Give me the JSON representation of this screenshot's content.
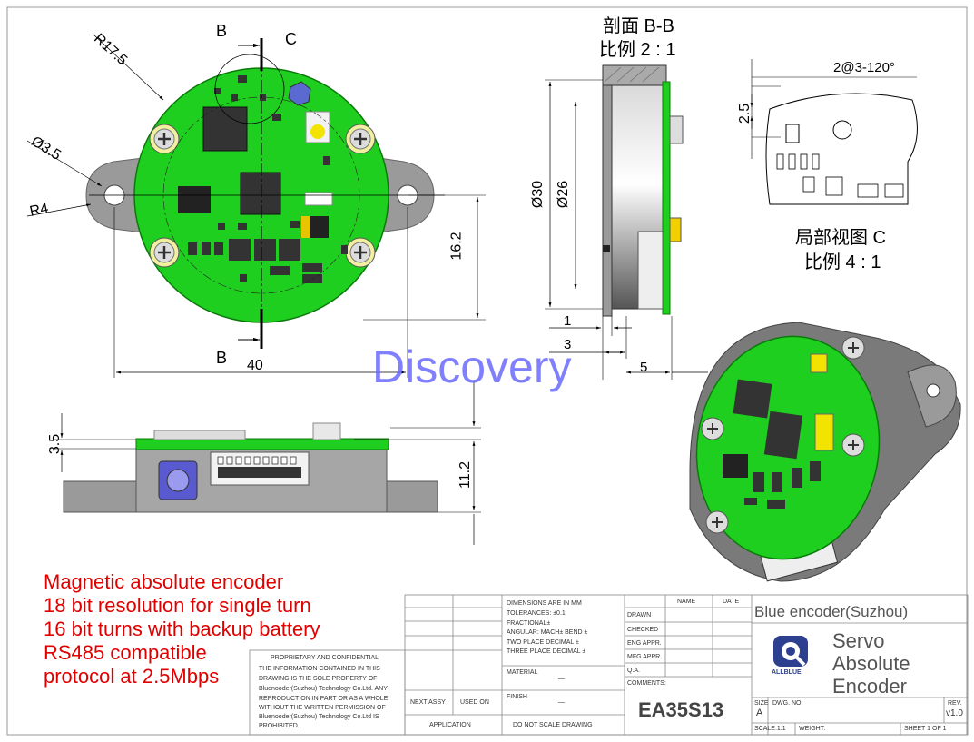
{
  "views": {
    "section_title": "剖面 B-B",
    "section_scale": "比例 2 : 1",
    "detail_title": "局部视图 C",
    "detail_scale": "比例 4 : 1",
    "labels": {
      "b_top": "B",
      "b_bottom": "B",
      "c": "C"
    }
  },
  "dimensions": {
    "r17_5": "R17.5",
    "d3_5": "Ø3.5",
    "r4": "R4",
    "d16_2": "16.2",
    "d40": "40",
    "phi30": "Ø30",
    "phi26": "Ø26",
    "d1": "1",
    "d3": "3",
    "d5": "5",
    "d2_5": "2.5",
    "d2at3": "2@3-120°",
    "d3_5_side": "3.5",
    "d11_2": "11.2"
  },
  "watermark": "Discovery",
  "notes": [
    "Magnetic absolute encoder",
    "18 bit resolution for single turn",
    "16 bit turns with backup battery",
    "RS485 compatible",
    "protocol at 2.5Mbps"
  ],
  "title_block": {
    "proprietary": [
      "PROPRIETARY AND CONFIDENTIAL",
      "THE INFORMATION CONTAINED IN THIS",
      "DRAWING IS THE SOLE PROPERTY OF",
      "Bluenooder(Suzhou) Technology Co.Ltd.  ANY",
      "REPRODUCTION IN PART OR AS A WHOLE",
      "WITHOUT THE WRITTEN PERMISSION OF",
      "Bluenooder(Suzhou) Technology Co.Ltd IS",
      "PROHIBITED."
    ],
    "next_assy": "NEXT ASSY",
    "used_on": "USED ON",
    "application": "APPLICATION",
    "dims_note": [
      "DIMENSIONS ARE IN MM",
      "TOLERANCES: ±0.1",
      "FRACTIONAL±",
      "ANGULAR: MACH±    BEND ±",
      "TWO PLACE DECIMAL    ±",
      "THREE PLACE DECIMAL   ±"
    ],
    "material": "MATERIAL",
    "material_value": "—",
    "finish": "FINISH",
    "finish_value": "—",
    "do_not_scale": "DO NOT SCALE DRAWING",
    "name_hdr": "NAME",
    "date_hdr": "DATE",
    "rows": [
      "DRAWN",
      "CHECKED",
      "ENG APPR.",
      "MFG APPR.",
      "Q.A.",
      "COMMENTS:"
    ],
    "company": "Blue encoder(Suzhou)",
    "title_lines": [
      "Servo",
      "Absolute",
      "Encoder"
    ],
    "logo_text": "ALLBLUE",
    "part_no": "EA35S13",
    "size_lbl": "SIZE",
    "size_val": "A",
    "dwg_no": "DWG.  NO.",
    "rev_lbl": "REV.",
    "rev_val": "v1.0",
    "scale": "SCALE:1:1",
    "weight": "WEIGHT:",
    "sheet": "SHEET 1 OF 1"
  },
  "colors": {
    "pcb": "#1fcf1f",
    "body": "#9a9a9a",
    "notes": "#e00000",
    "watermark": "#6a6aff",
    "logo": "#2d3f8f"
  }
}
